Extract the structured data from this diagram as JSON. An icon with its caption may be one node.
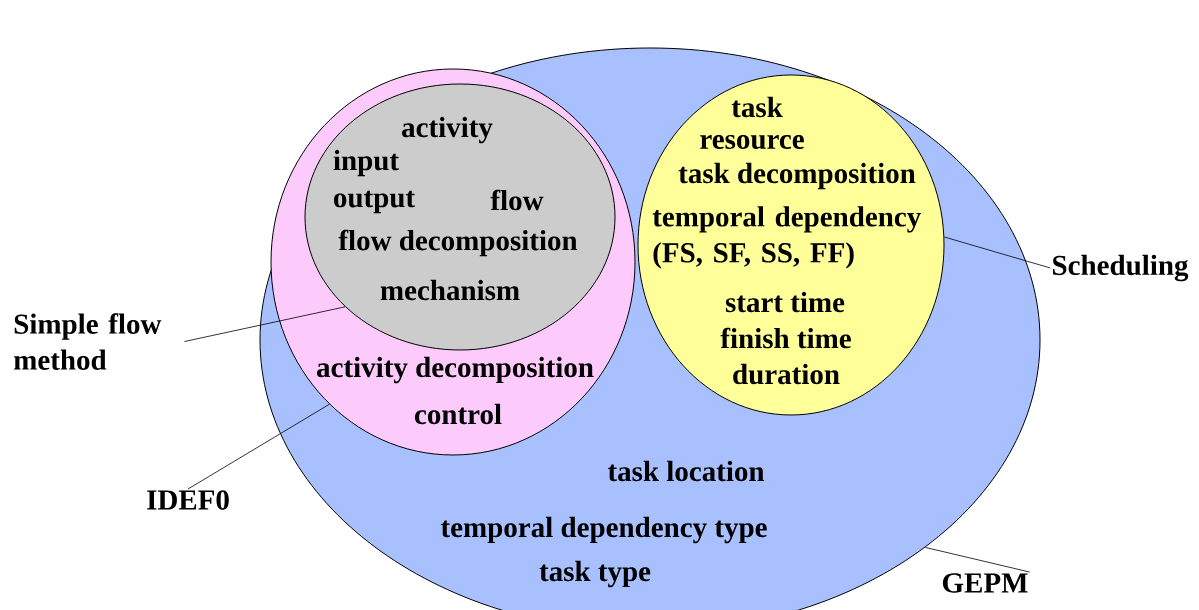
{
  "diagram": {
    "nodes": [
      {
        "text": [
          "task location",
          "temporal dependency type",
          "task type"
        ]
      },
      {
        "text": [
          "activity decomposition",
          "control"
        ],
        "in": 0
      },
      {
        "text": [
          "activity",
          "input",
          "output",
          "flow",
          "flow decomposition",
          "mechanism"
        ],
        "in": 1
      },
      {
        "text": [
          "task",
          "resource",
          "task decomposition",
          "temporal dependency (FS, SF, SS, FF)",
          "start time",
          "finish time",
          "duration"
        ],
        "in": 0
      },
      {
        "text": [
          "Simple flow method"
        ]
      },
      {
        "text": [
          "IDEF0"
        ]
      },
      {
        "text": [
          "Scheduling"
        ]
      },
      {
        "text": [
          "GEPM"
        ]
      }
    ],
    "edges": [
      {
        "from": 4,
        "to": 2,
        "arrow": "none"
      },
      {
        "from": 5,
        "to": 1,
        "arrow": "none"
      },
      {
        "from": 6,
        "to": 3,
        "arrow": "none"
      },
      {
        "from": 7,
        "to": 0,
        "arrow": "none"
      }
    ]
  }
}
